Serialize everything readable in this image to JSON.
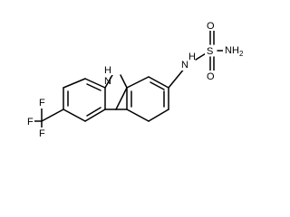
{
  "structure": {
    "labels": {
      "carbazole_nh": "H",
      "carbazole_n": "N",
      "amide_n": "N",
      "amide_h": "H",
      "sulfur": "S",
      "oxygen_top": "O",
      "oxygen_bottom": "O",
      "sulfonamide_group": "NH",
      "sulfonamide_subscript": "2",
      "fluorine_top": "F",
      "fluorine_left": "F",
      "fluorine_bottom": "F"
    }
  }
}
